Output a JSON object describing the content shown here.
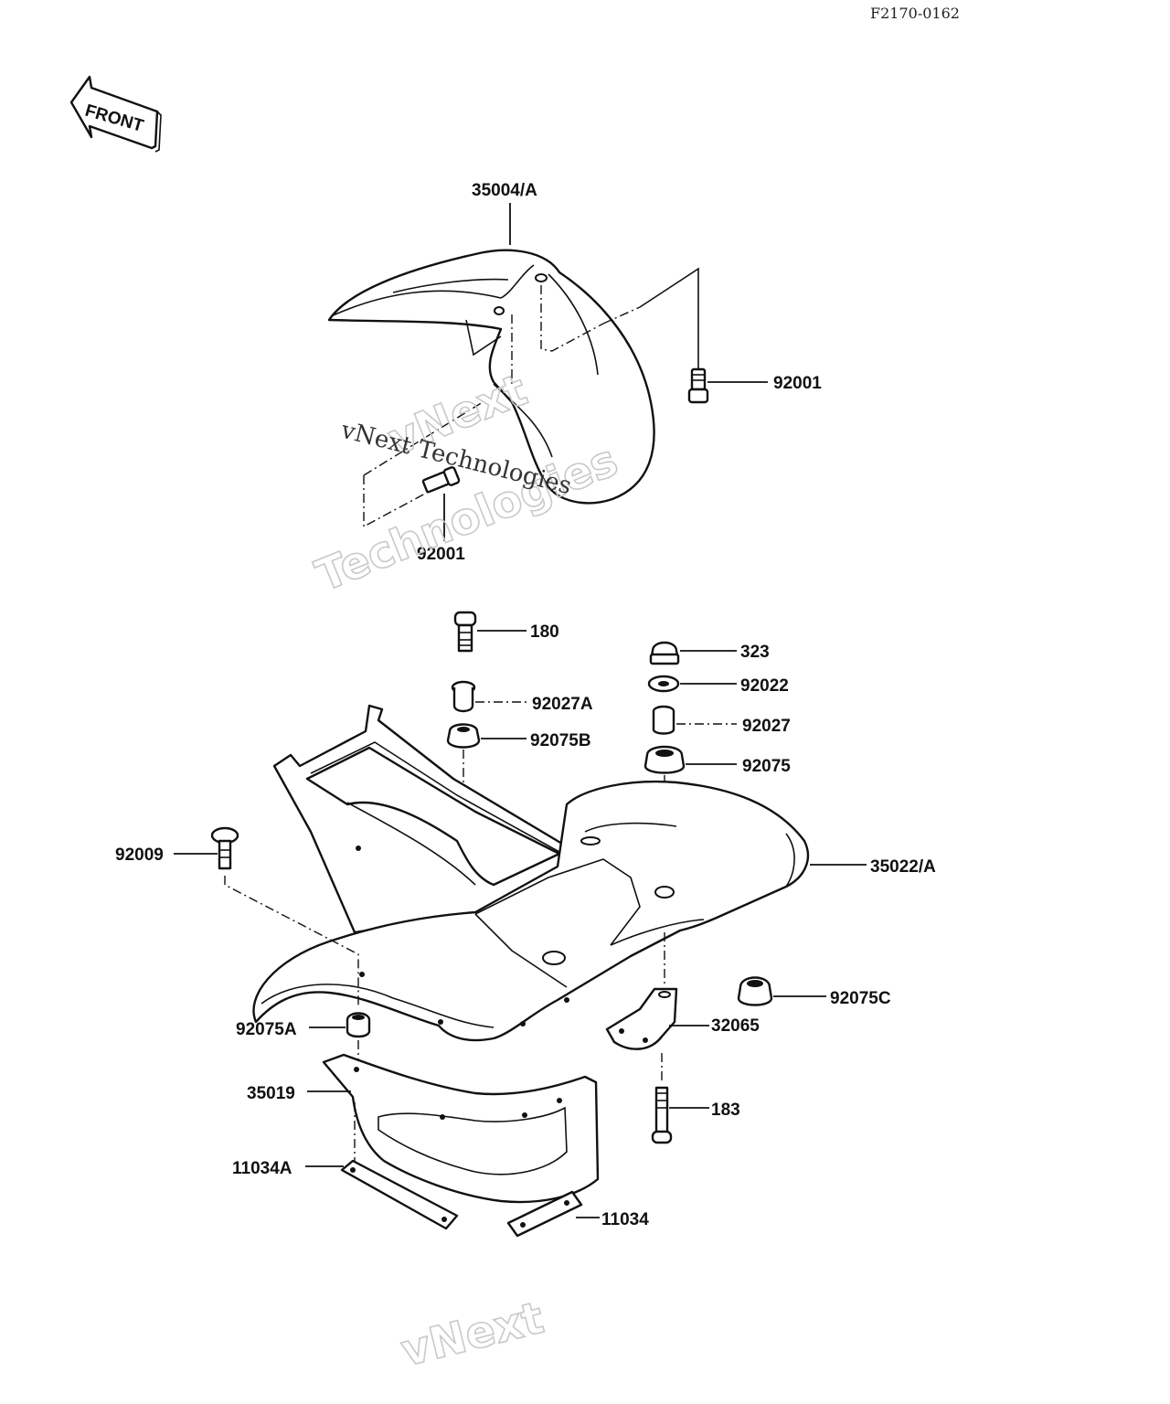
{
  "diagram_code": "F2170-0162",
  "front_label": "FRONT",
  "watermark": {
    "text1": "vNext",
    "text2": "Technologies",
    "serif": "vNext Technologies",
    "bottom": "vNext"
  },
  "parts": {
    "p35004A": "35004/A",
    "p92001_right": "92001",
    "p92001_left": "92001",
    "p180": "180",
    "p323": "323",
    "p92022": "92022",
    "p92027A": "92027A",
    "p92027": "92027",
    "p92075B": "92075B",
    "p92075": "92075",
    "p92009": "92009",
    "p35022A": "35022/A",
    "p92075C": "92075C",
    "p92075A": "92075A",
    "p32065": "32065",
    "p35019": "35019",
    "p183": "183",
    "p11034A": "11034A",
    "p11034": "11034"
  }
}
